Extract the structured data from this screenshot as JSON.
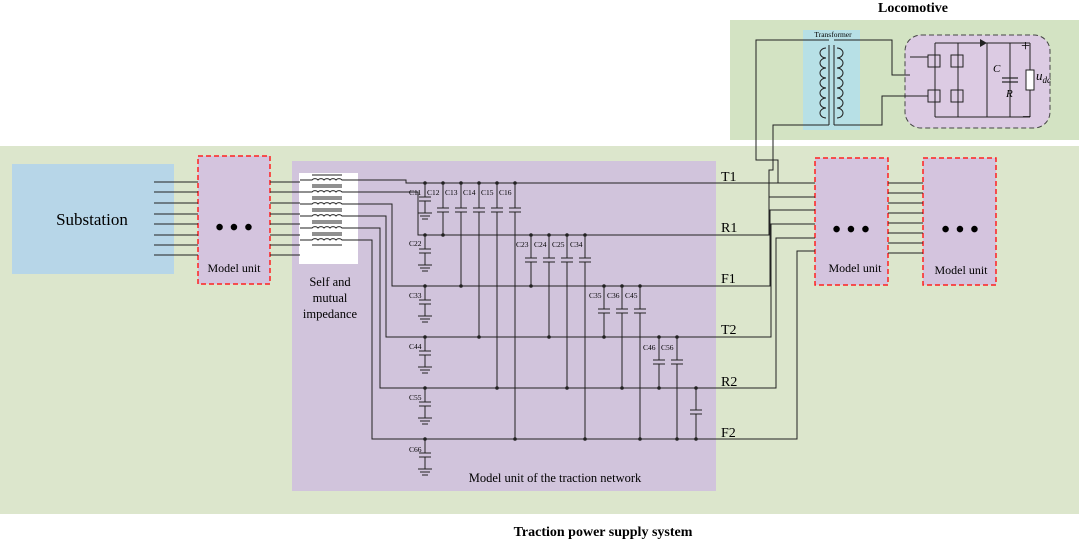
{
  "titles": {
    "locomotive": "Locomotive",
    "transformer": "Transformer",
    "system": "Traction power supply system"
  },
  "blocks": {
    "substation": "Substation",
    "model_unit": "Model unit",
    "impedance": [
      "Self and",
      "mutual",
      "impedance"
    ],
    "network": "Model unit of the traction network"
  },
  "dots": "• • •",
  "lines": [
    "T1",
    "R1",
    "F1",
    "T2",
    "R2",
    "F2"
  ],
  "capacitors": {
    "shunt": [
      "C11",
      "C22",
      "C33",
      "C44",
      "C55",
      "C66"
    ],
    "coupling": [
      "C12",
      "C13",
      "C14",
      "C15",
      "C16",
      "C23",
      "C24",
      "C25",
      "C34",
      "C35",
      "C36",
      "C45",
      "C46",
      "C56"
    ]
  },
  "converter": {
    "capacitor": "C",
    "resistor": "R",
    "voltage": "u",
    "voltage_sub": "dc",
    "plus": "+",
    "minus": "−"
  },
  "colors": {
    "system_background": "#dce6cc",
    "locomotive_background": "#d3e3c3",
    "substation": "#b7d6e8",
    "model_unit": "#d4c4de",
    "network": "#d1c4dc",
    "transformer_band": "#b7e0e6",
    "dashed_border": "#ff2020",
    "converter": "#dccbe3"
  }
}
